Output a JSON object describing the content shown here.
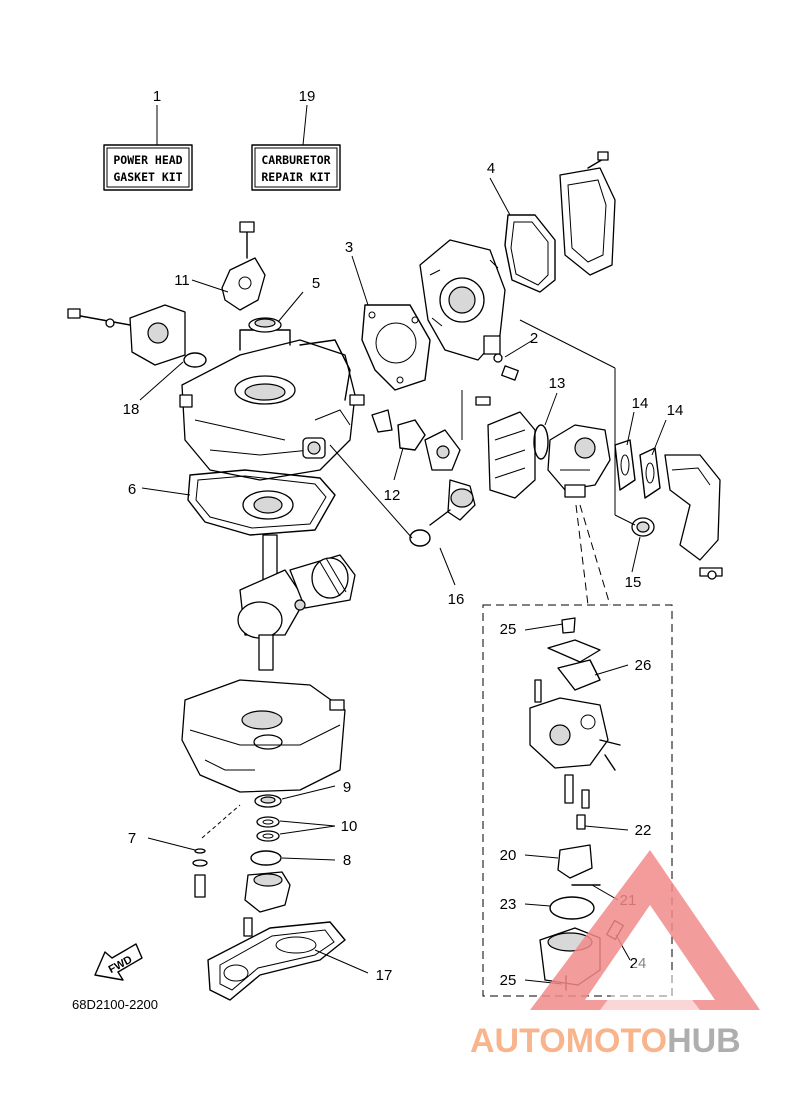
{
  "kits": [
    {
      "number": "1",
      "line1": "POWER HEAD",
      "line2": "GASKET KIT"
    },
    {
      "number": "19",
      "line1": "CARBURETOR",
      "line2": "REPAIR KIT"
    }
  ],
  "callouts": {
    "c2": "2",
    "c3": "3",
    "c4": "4",
    "c5": "5",
    "c6": "6",
    "c7": "7",
    "c8": "8",
    "c9": "9",
    "c10": "10",
    "c11": "11",
    "c12": "12",
    "c13": "13",
    "c14a": "14",
    "c14b": "14",
    "c15": "15",
    "c16": "16",
    "c17": "17",
    "c18": "18",
    "c20": "20",
    "c21": "21",
    "c22": "22",
    "c23": "23",
    "c24": "24",
    "c25a": "25",
    "c25b": "25",
    "c26": "26"
  },
  "fwd_label": "FWD",
  "diagram_code": "68D2100-2200",
  "watermark": {
    "part1": "AUTOMOTO",
    "part2": "HUB",
    "color1": "#f7a97a",
    "color2": "#a0a0a0",
    "logo_color": "#f28b8b"
  }
}
